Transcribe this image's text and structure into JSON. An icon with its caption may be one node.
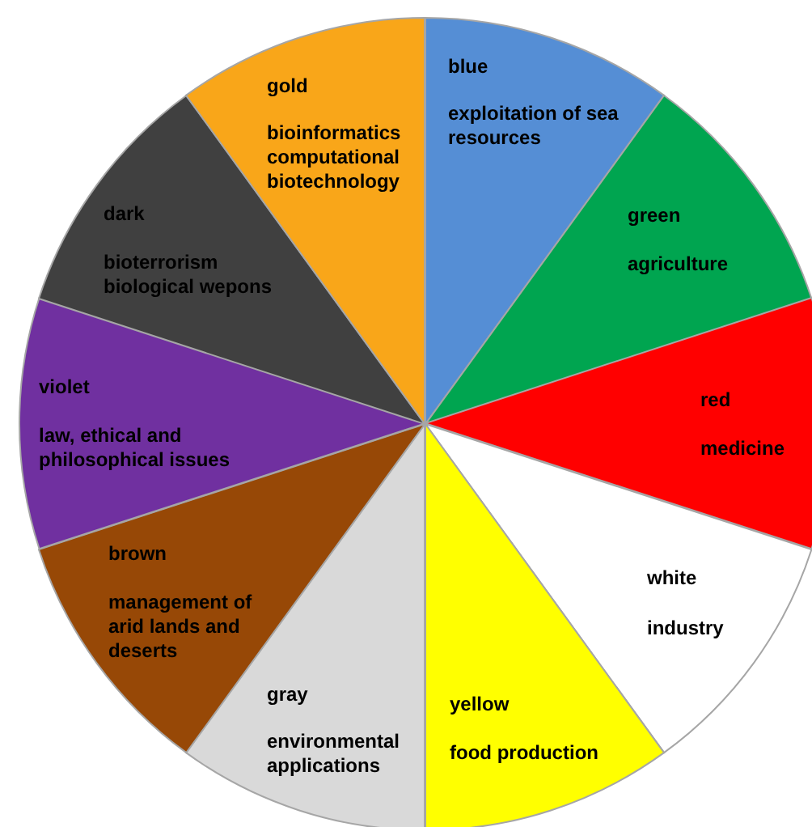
{
  "diagram": {
    "nodes": [
      {
        "text": [
          "blue",
          "exploitation of sea resources"
        ]
      },
      {
        "text": [
          "green",
          "agriculture"
        ]
      },
      {
        "text": [
          "red",
          "medicine"
        ]
      },
      {
        "text": [
          "white",
          "industry"
        ]
      },
      {
        "text": [
          "yellow",
          "food production"
        ]
      },
      {
        "text": [
          "gray",
          "environmental applications"
        ]
      },
      {
        "text": [
          "brown",
          "management of arid lands and deserts"
        ]
      },
      {
        "text": [
          "violet",
          "law, ethical and philosophical issues"
        ]
      },
      {
        "text": [
          "dark",
          "bioterrorism biological wepons"
        ]
      },
      {
        "text": [
          "gold",
          "bioinformatics computational biotechnology"
        ]
      }
    ]
  }
}
